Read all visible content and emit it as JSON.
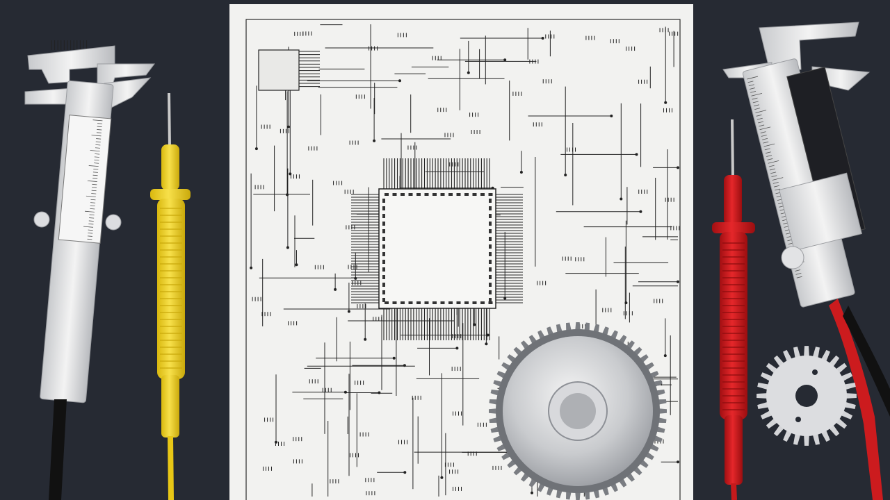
{
  "scene": {
    "background_color": "#262a33",
    "paper_color": "#f2f2f0",
    "ink_color": "#1e1e1e",
    "metal_light": "#e8e8e8",
    "metal_dark": "#8d9096",
    "yellow_probe": "#f2d21b",
    "red_probe": "#d11a1a",
    "objects": [
      "schematic-sheet",
      "microcontroller-chip",
      "left-caliper",
      "right-caliper",
      "yellow-test-probe",
      "red-test-probe",
      "large-gear",
      "small-gear"
    ]
  }
}
